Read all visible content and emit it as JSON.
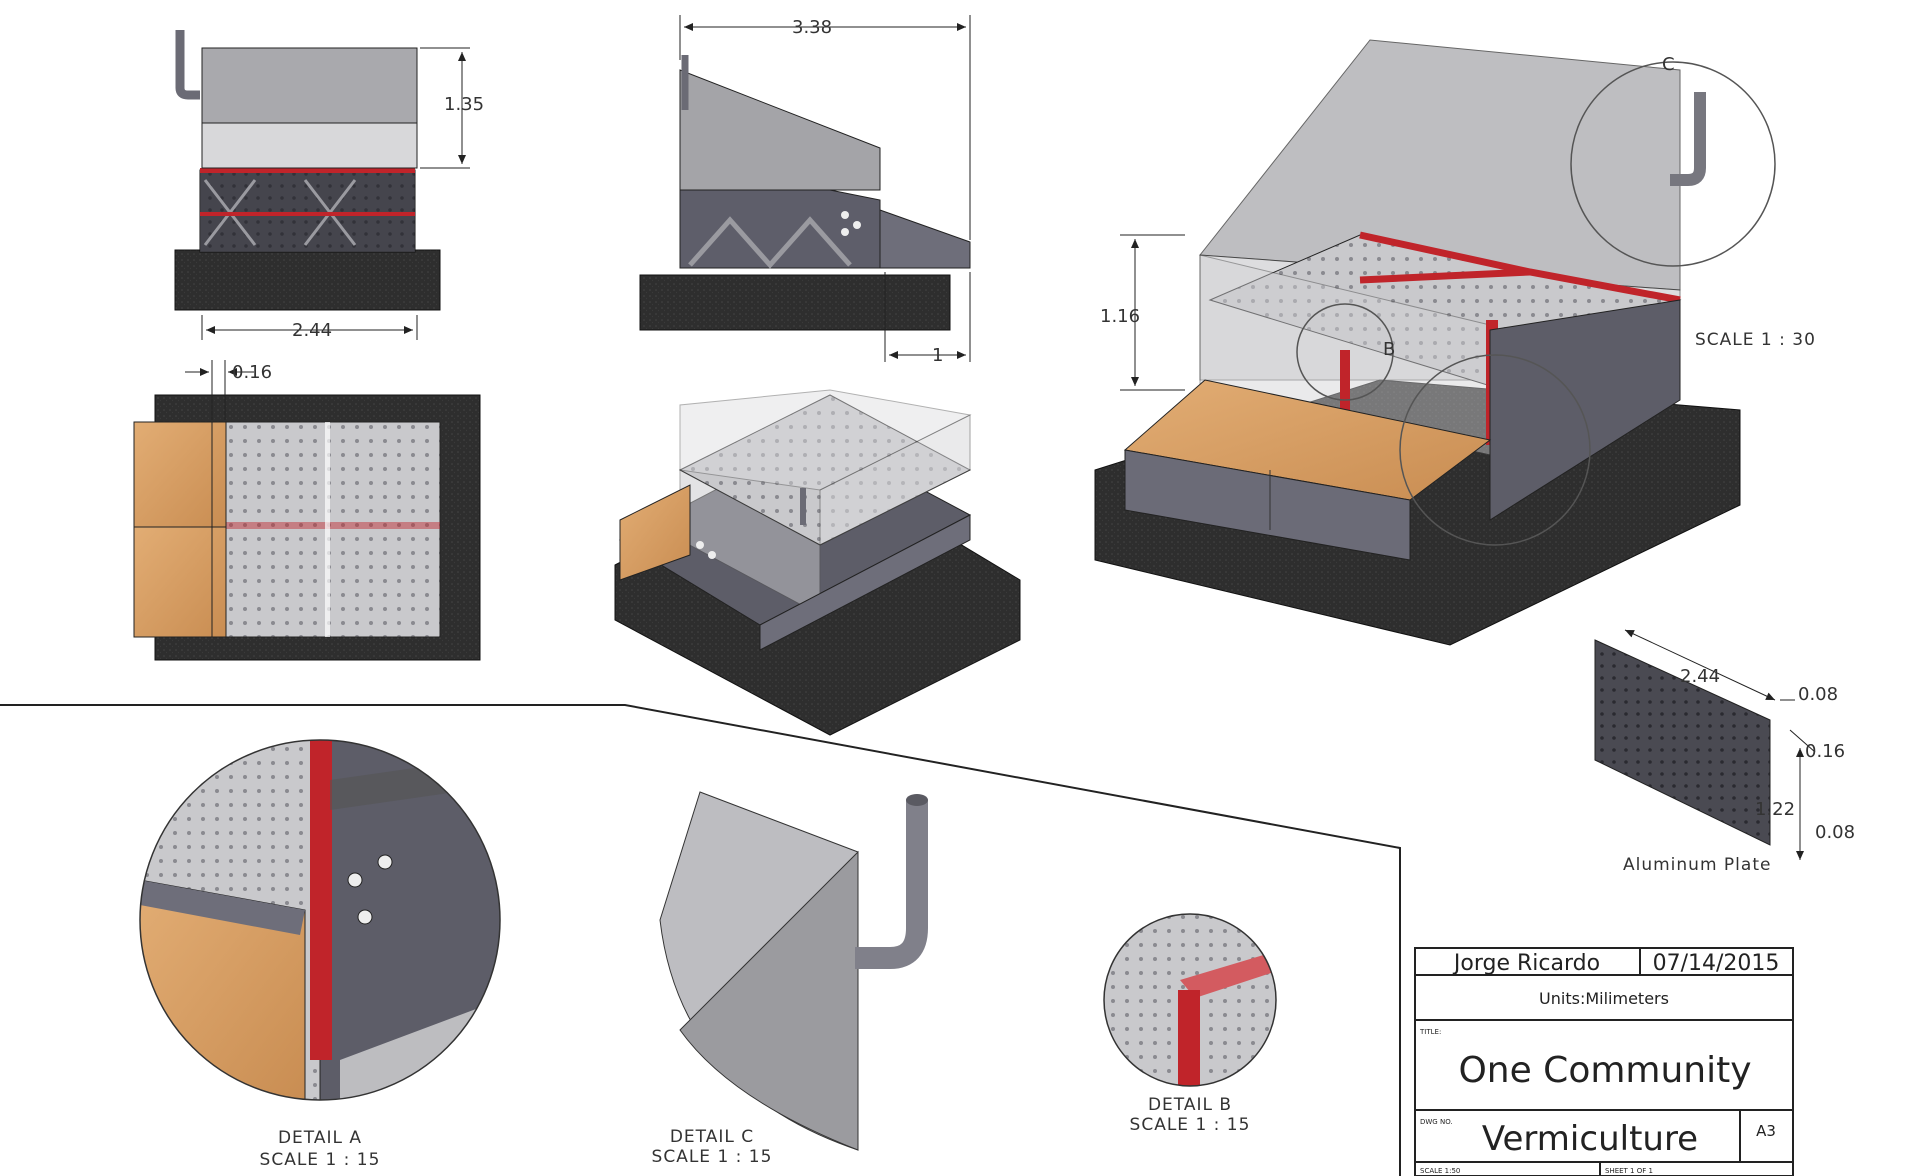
{
  "views": {
    "front": {
      "height_dim": "1.35",
      "width_dim": "2.44"
    },
    "side": {
      "length_dim": "3.38",
      "offset_dim": "1"
    },
    "top": {
      "offset_dim": "0.16"
    },
    "iso": {
      "height_dim": "1.16",
      "detail_c_tag": "C",
      "detail_b_tag": "B",
      "scale_note": "SCALE 1 : 30"
    },
    "detail_a": {
      "title": "DETAIL A",
      "scale": "SCALE 1 : 15"
    },
    "detail_c": {
      "title": "DETAIL C",
      "scale": "SCALE 1 : 15"
    },
    "detail_b": {
      "title": "DETAIL B",
      "scale": "SCALE 1 : 15"
    },
    "plate": {
      "title": "Aluminum Plate",
      "length_dim": "2.44",
      "d1": "0.08",
      "d2": "0.16",
      "d3": "1.22",
      "d4": "0.08"
    }
  },
  "title_block": {
    "author": "Jorge Ricardo",
    "date": "07/14/2015",
    "units": "Units:Milimeters",
    "title_label": "TITLE:",
    "project": "One Community",
    "dwg_label": "DWG NO.",
    "drawing": "Vermiculture",
    "size": "A3",
    "scale_label": "SCALE 1:50",
    "sheet_label": "SHEET 1 OF 1"
  },
  "colors": {
    "frame_grey": "#5a5a66",
    "glass": "#b8b8b8",
    "base": "#2b2b2b",
    "wood": "#d9a066",
    "red": "#c0242a",
    "plate": "#cfcfd2"
  }
}
